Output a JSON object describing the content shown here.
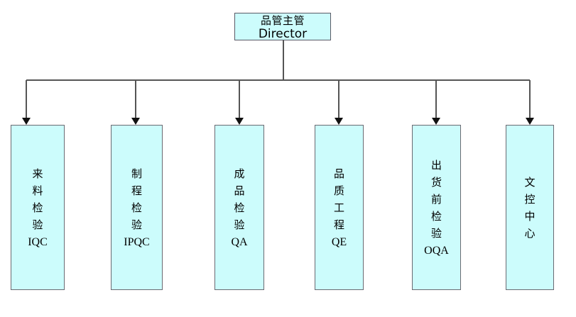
{
  "diagram": {
    "title_cn": "品管主管",
    "title_en": "Director",
    "fill_color": "#CCFCFC",
    "border_color": "#6A6A72",
    "line_color": "#555555",
    "root": {
      "label_cn": "品管主管",
      "label_en": "Director"
    },
    "departments": [
      {
        "label_cn": "来料检验",
        "chars": [
          "来",
          "料",
          "检",
          "验"
        ],
        "code": "IQC"
      },
      {
        "label_cn": "制程检验",
        "chars": [
          "制",
          "程",
          "检",
          "验"
        ],
        "code": "IPQC"
      },
      {
        "label_cn": "成品检验",
        "chars": [
          "成",
          "品",
          "检",
          "验"
        ],
        "code": "QA"
      },
      {
        "label_cn": "品质工程",
        "chars": [
          "品",
          "质",
          "工",
          "程"
        ],
        "code": "QE"
      },
      {
        "label_cn": "出货前检验",
        "chars": [
          "出",
          "货",
          "前",
          "检",
          "验"
        ],
        "code": "OQA"
      },
      {
        "label_cn": "文控中心",
        "chars": [
          "文",
          "控",
          "中",
          "心"
        ],
        "code": ""
      }
    ]
  }
}
